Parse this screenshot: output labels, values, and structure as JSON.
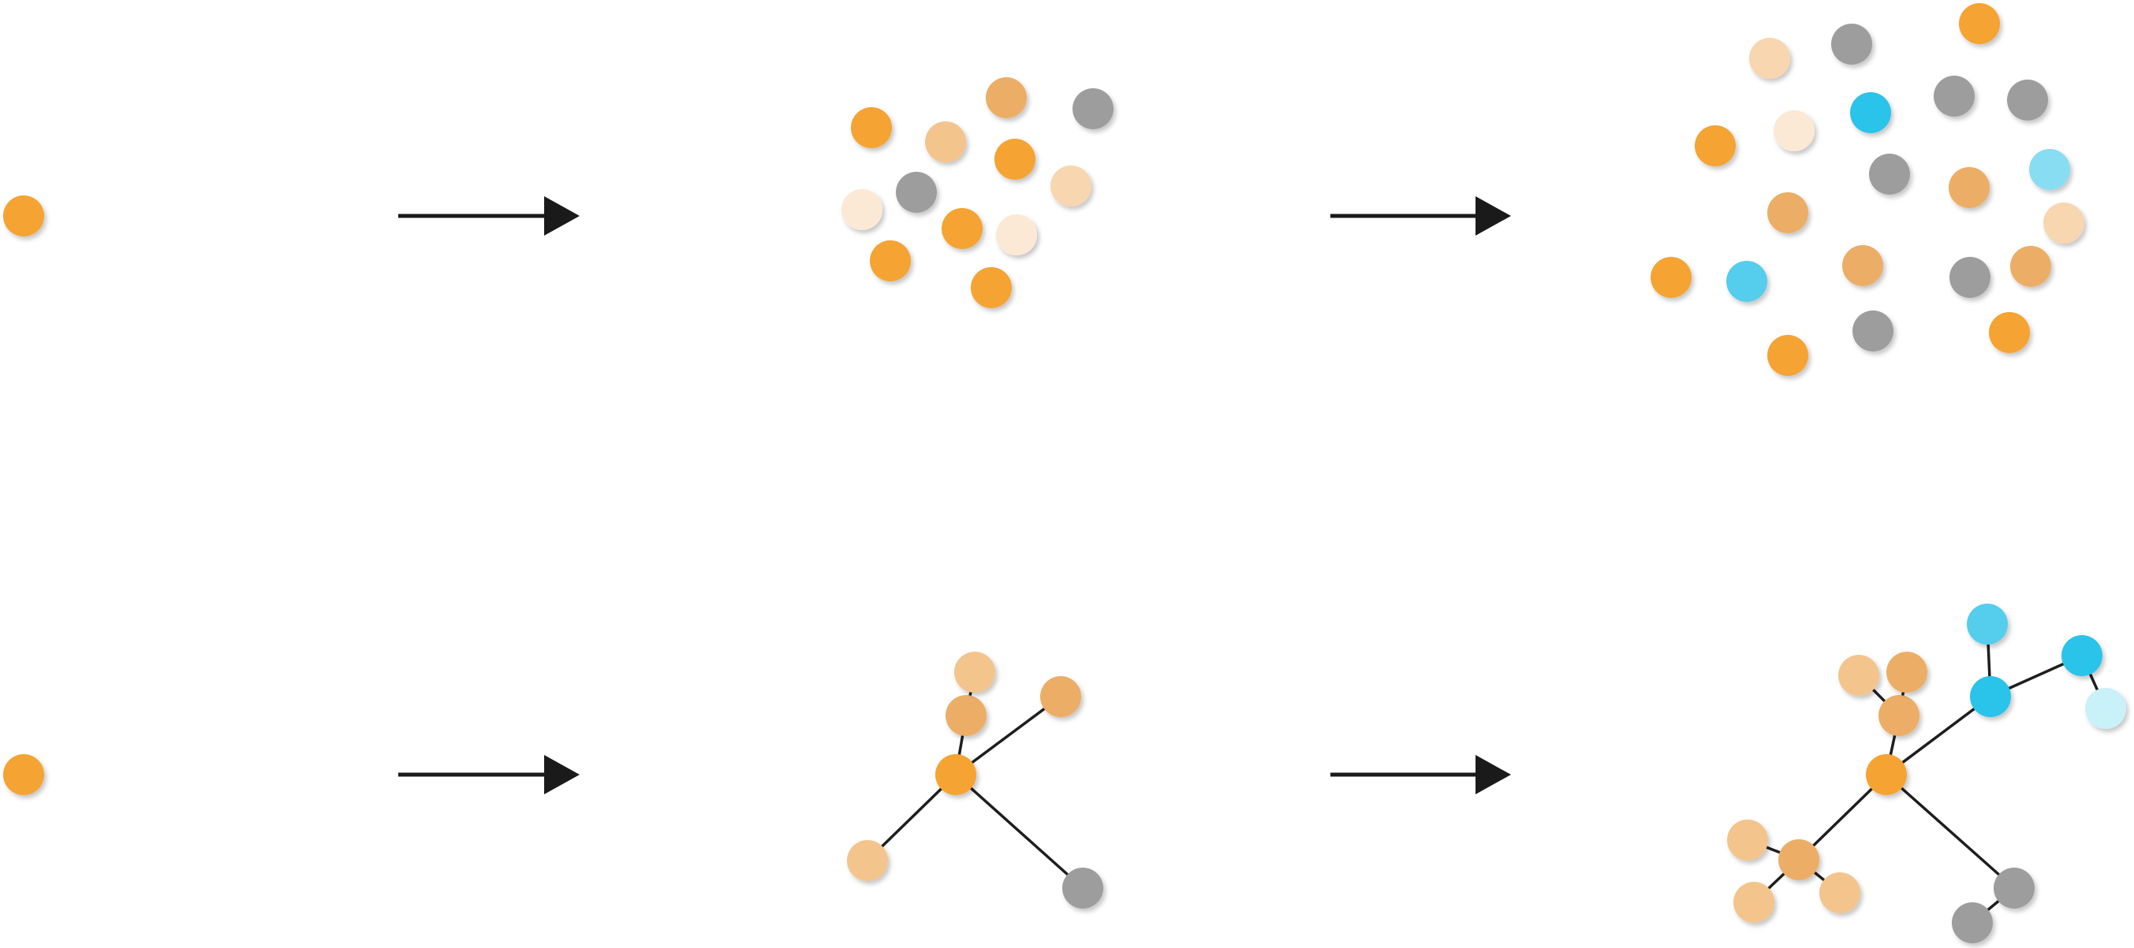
{
  "palette": {
    "orange": "#F5A332",
    "tan": "#ECAE66",
    "peach": "#F4C48D",
    "pale_peach": "#F8D6B0",
    "cream": "#FBE9D6",
    "gray": "#9D9D9D",
    "cyan": "#2BC3EA",
    "light_cyan": "#55CDED",
    "sky": "#88DDF3",
    "ice": "#C8F1F8",
    "arrow": "#1a1a1a",
    "edge": "#1e1e1e"
  },
  "diagram": {
    "rows": [
      {
        "name": "unconnected-growth",
        "connected": false,
        "stages": [
          {
            "name": "single-node",
            "nodes": [
              {
                "color": "orange"
              }
            ],
            "edges": []
          },
          {
            "name": "small-cluster",
            "nodes": [
              {
                "color": "orange"
              },
              {
                "color": "tan"
              },
              {
                "color": "gray"
              },
              {
                "color": "peach"
              },
              {
                "color": "orange"
              },
              {
                "color": "pale_peach"
              },
              {
                "color": "gray"
              },
              {
                "color": "cream"
              },
              {
                "color": "orange"
              },
              {
                "color": "cream"
              },
              {
                "color": "orange"
              },
              {
                "color": "orange"
              }
            ],
            "edges": []
          },
          {
            "name": "large-cluster",
            "nodes": [
              {
                "color": "orange"
              },
              {
                "color": "pale_peach"
              },
              {
                "color": "gray"
              },
              {
                "color": "cream"
              },
              {
                "color": "orange"
              },
              {
                "color": "cyan"
              },
              {
                "color": "gray"
              },
              {
                "color": "gray"
              },
              {
                "color": "sky"
              },
              {
                "color": "gray"
              },
              {
                "color": "tan"
              },
              {
                "color": "tan"
              },
              {
                "color": "pale_peach"
              },
              {
                "color": "orange"
              },
              {
                "color": "light_cyan"
              },
              {
                "color": "tan"
              },
              {
                "color": "gray"
              },
              {
                "color": "tan"
              },
              {
                "color": "gray"
              },
              {
                "color": "orange"
              },
              {
                "color": "orange"
              }
            ],
            "edges": []
          }
        ]
      },
      {
        "name": "connected-growth",
        "connected": true,
        "stages": [
          {
            "name": "root-node",
            "nodes": [
              {
                "color": "orange"
              }
            ],
            "edges": []
          },
          {
            "name": "small-tree",
            "nodes": [
              {
                "color": "orange"
              },
              {
                "color": "tan"
              },
              {
                "color": "peach"
              },
              {
                "color": "tan"
              },
              {
                "color": "peach"
              },
              {
                "color": "gray"
              }
            ],
            "edges": [
              [
                0,
                1
              ],
              [
                1,
                2
              ],
              [
                0,
                3
              ],
              [
                0,
                4
              ],
              [
                0,
                5
              ]
            ]
          },
          {
            "name": "large-tree",
            "nodes": [
              {
                "color": "orange"
              },
              {
                "color": "tan"
              },
              {
                "color": "peach"
              },
              {
                "color": "tan"
              },
              {
                "color": "cyan"
              },
              {
                "color": "light_cyan"
              },
              {
                "color": "cyan"
              },
              {
                "color": "ice"
              },
              {
                "color": "tan"
              },
              {
                "color": "peach"
              },
              {
                "color": "peach"
              },
              {
                "color": "peach"
              },
              {
                "color": "gray"
              },
              {
                "color": "gray"
              }
            ],
            "edges": [
              [
                0,
                1
              ],
              [
                1,
                2
              ],
              [
                1,
                3
              ],
              [
                0,
                4
              ],
              [
                4,
                5
              ],
              [
                4,
                6
              ],
              [
                6,
                7
              ],
              [
                0,
                8
              ],
              [
                8,
                9
              ],
              [
                8,
                10
              ],
              [
                8,
                11
              ],
              [
                0,
                12
              ],
              [
                12,
                13
              ]
            ]
          }
        ]
      }
    ],
    "transitions": [
      {
        "row": 0,
        "from": 0,
        "to": 1,
        "icon": "arrow-right-icon"
      },
      {
        "row": 0,
        "from": 1,
        "to": 2,
        "icon": "arrow-right-icon"
      },
      {
        "row": 1,
        "from": 0,
        "to": 1,
        "icon": "arrow-right-icon"
      },
      {
        "row": 1,
        "from": 1,
        "to": 2,
        "icon": "arrow-right-icon"
      }
    ]
  }
}
